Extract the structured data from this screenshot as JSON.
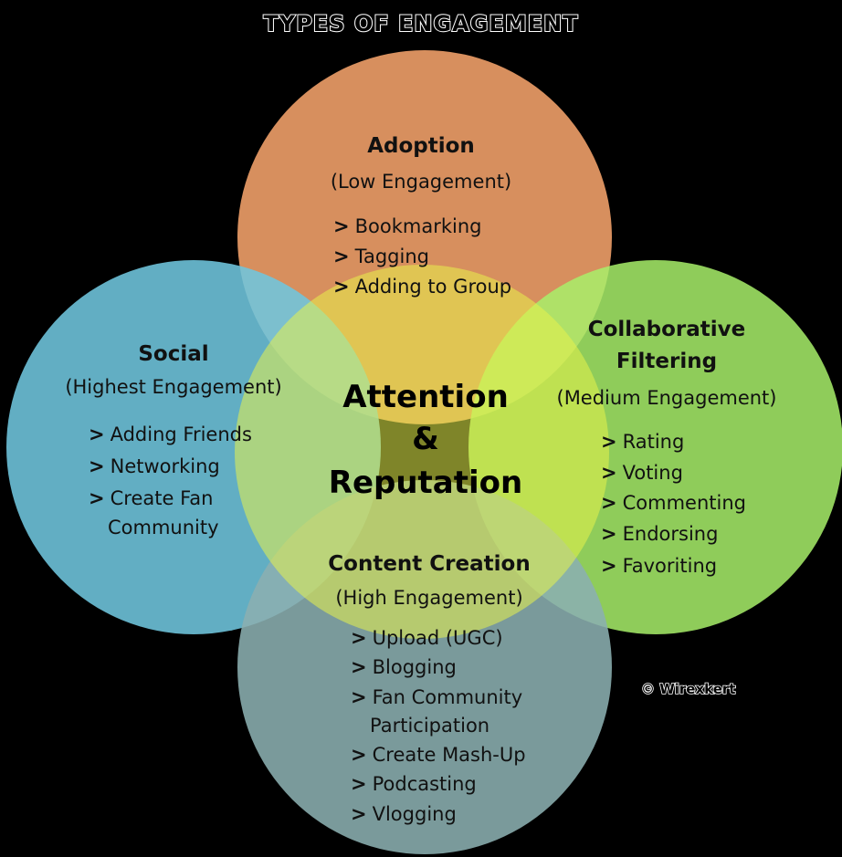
{
  "title": "TYPES OF ENGAGEMENT",
  "center": {
    "line1": "Attention",
    "line2": "&",
    "line3": "Reputation"
  },
  "circles": {
    "adoption": {
      "color": "#F5A36B",
      "heading": "Adoption",
      "subtitle": "(Low Engagement)",
      "items": [
        "Bookmarking",
        "Tagging",
        "Adding to Group"
      ]
    },
    "social": {
      "color": "#70C6DE",
      "heading": "Social",
      "subtitle": "(Highest Engagement)",
      "items": [
        "Adding Friends",
        "Networking",
        "Create Fan",
        "Community"
      ]
    },
    "collaborative": {
      "color": "#A8F06A",
      "heading_line1": "Collaborative",
      "heading_line2": "Filtering",
      "subtitle": "(Medium Engagement)",
      "items": [
        "Rating",
        "Voting",
        "Commenting",
        "Endorsing",
        "Favoriting"
      ]
    },
    "content": {
      "color": "#8BAFB0",
      "heading": "Content Creation",
      "subtitle": "(High Engagement)",
      "items": [
        "Upload (UGC)",
        "Blogging",
        "Fan Community",
        "Participation",
        "Create Mash-Up",
        "Podcasting",
        "Vlogging"
      ]
    },
    "center": {
      "color": "#E8F24A"
    }
  },
  "arrow_glyph": ">",
  "copyright": "© Wirexkert"
}
